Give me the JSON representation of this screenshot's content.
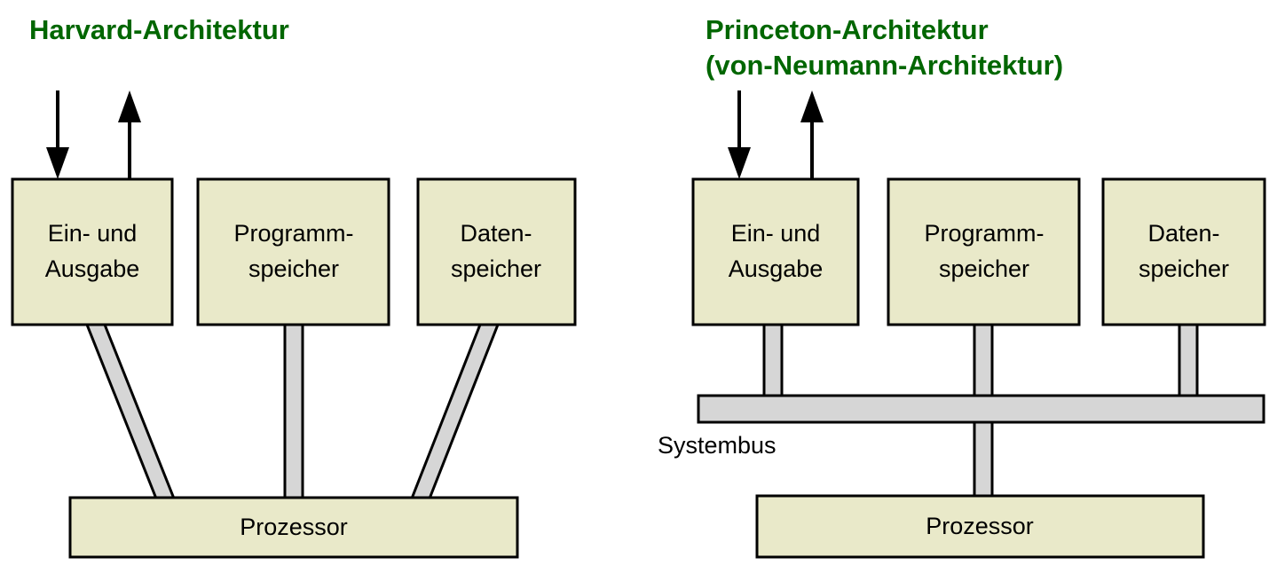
{
  "figure": {
    "background_color": "#ffffff",
    "title_color": "#006600",
    "box_fill_color": "#e9e9c9",
    "bus_fill_color": "#d6d6d6",
    "stroke_color": "#000000"
  },
  "left_diagram": {
    "title": "Harvard-Architektur",
    "boxes": {
      "io": "Ein- und\nAusgabe",
      "io_line1": "Ein- und",
      "io_line2": "Ausgabe",
      "program_line1": "Programm-",
      "program_line2": "speicher",
      "data_line1": "Daten-",
      "data_line2": "speicher",
      "processor": "Prozessor"
    },
    "arrows": [
      {
        "name": "input-arrow",
        "direction": "down"
      },
      {
        "name": "output-arrow",
        "direction": "up"
      }
    ]
  },
  "right_diagram": {
    "title_line1": "Princeton-Architektur",
    "title_line2": "(von-Neumann-Architektur)",
    "boxes": {
      "io_line1": "Ein- und",
      "io_line2": "Ausgabe",
      "program_line1": "Programm-",
      "program_line2": "speicher",
      "data_line1": "Daten-",
      "data_line2": "speicher",
      "processor": "Prozessor"
    },
    "bus_label": "Systembus",
    "arrows": [
      {
        "name": "input-arrow",
        "direction": "down"
      },
      {
        "name": "output-arrow",
        "direction": "up"
      }
    ]
  }
}
